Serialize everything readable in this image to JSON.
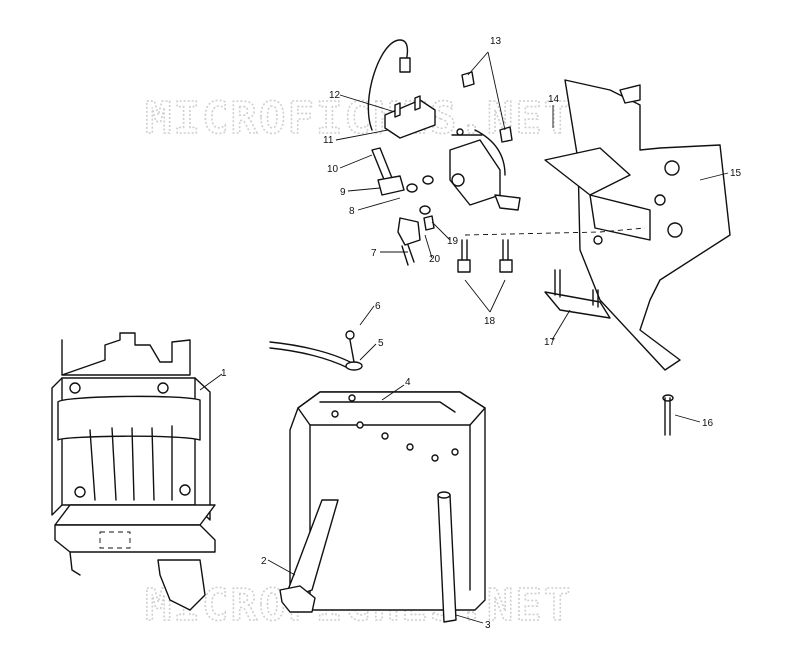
{
  "watermark": {
    "text": "MICROFICHES.NET",
    "color": "#cccccc"
  },
  "callouts": [
    {
      "id": "1",
      "text": "1"
    },
    {
      "id": "2",
      "text": "2"
    },
    {
      "id": "3",
      "text": "3"
    },
    {
      "id": "4",
      "text": "4"
    },
    {
      "id": "5",
      "text": "5"
    },
    {
      "id": "6",
      "text": "6"
    },
    {
      "id": "7",
      "text": "7"
    },
    {
      "id": "8",
      "text": "8"
    },
    {
      "id": "9",
      "text": "9"
    },
    {
      "id": "10",
      "text": "10"
    },
    {
      "id": "11",
      "text": "11"
    },
    {
      "id": "12",
      "text": "12"
    },
    {
      "id": "13",
      "text": "13"
    },
    {
      "id": "14",
      "text": "14"
    },
    {
      "id": "15",
      "text": "15"
    },
    {
      "id": "16",
      "text": "16"
    },
    {
      "id": "17",
      "text": "17"
    },
    {
      "id": "18",
      "text": "18"
    },
    {
      "id": "19",
      "text": "19"
    },
    {
      "id": "20",
      "text": "20"
    }
  ]
}
